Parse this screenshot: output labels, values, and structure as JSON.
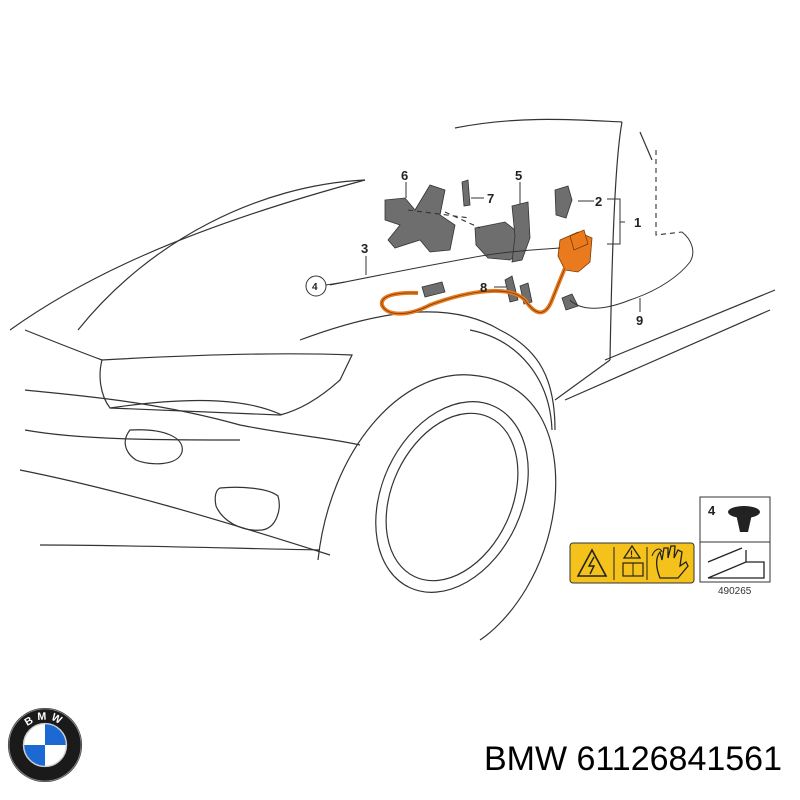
{
  "diagram": {
    "callouts": [
      "1",
      "2",
      "3",
      "4",
      "5",
      "6",
      "7",
      "8",
      "9"
    ],
    "inset_callout": "4",
    "inset_code": "490265"
  },
  "footer": {
    "brand": "BMW",
    "part_number": "61126841561",
    "logo_letters": "BMW"
  }
}
